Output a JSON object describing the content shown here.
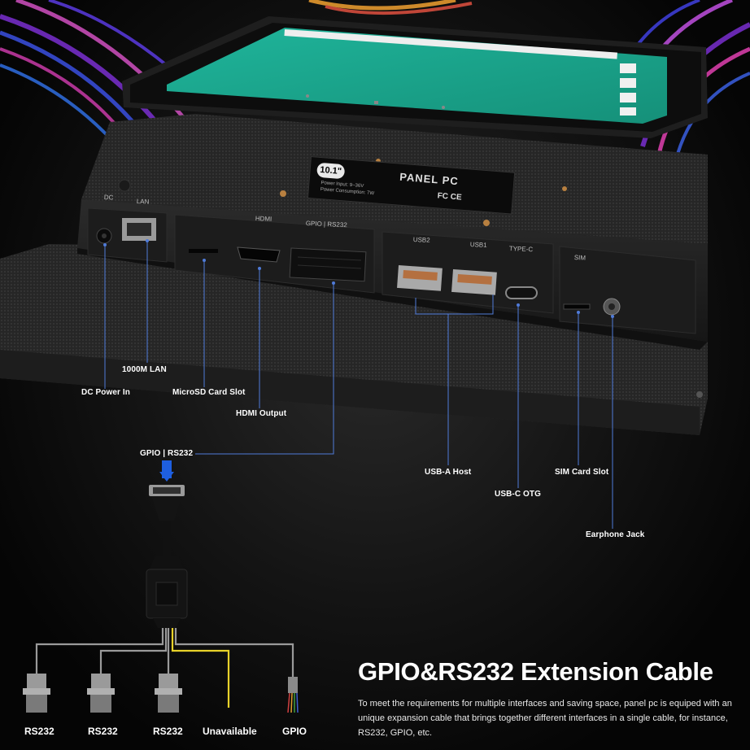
{
  "badge": {
    "size": "10.1\"",
    "product": "PANEL PC",
    "line1": "Power Input: 9~36V",
    "line2": "Power Consumption: 7W",
    "certs": "FC CE"
  },
  "port_markings": {
    "dc": "DC",
    "lan": "LAN",
    "hdmi": "HDMI",
    "gpio": "GPIO | RS232",
    "usb2": "USB2",
    "usb1": "USB1",
    "type_c": "TYPE-C",
    "sim": "SIM"
  },
  "callouts": {
    "lan": "1000M LAN",
    "dc_power": "DC Power In",
    "microsd": "MicroSD Card Slot",
    "hdmi": "HDMI Output",
    "gpio": "GPIO | RS232",
    "usb_a": "USB-A Host",
    "usb_c": "USB-C OTG",
    "sim": "SIM Card Slot",
    "earphone": "Earphone Jack"
  },
  "cable_labels": [
    "RS232",
    "RS232",
    "RS232",
    "Unavailable",
    "GPIO"
  ],
  "headline": "GPIO&RS232 Extension Cable",
  "description": "To meet the requirements for multiple interfaces and saving space, panel pc is equiped with an unique expansion cable that brings together different interfaces in a single cable, for instance, RS232, GPIO, etc.",
  "colors": {
    "screen": "#1aa68f",
    "callout_line": "#4f7bd9",
    "gpio_wire": "#e8d22a"
  }
}
